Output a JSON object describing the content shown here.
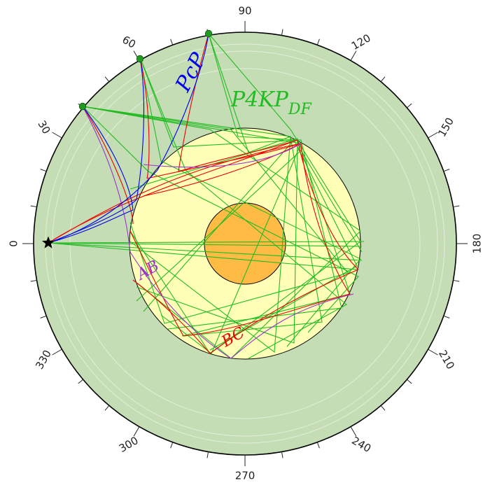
{
  "colors": {
    "mantle": "#c5ddb4",
    "outer_core": "#ffffb8",
    "inner_core": "#ffbb44",
    "boundary": "#000000",
    "grid_circle": "#e3eedb",
    "pcp": "#0000ee",
    "ab": "#9933cc",
    "bc": "#ee0000",
    "df": "#22bb22",
    "station": "#229922",
    "source": "#000000"
  },
  "angle_labels": [
    "0",
    "30",
    "60",
    "90",
    "120",
    "150",
    "180",
    "210",
    "240",
    "270",
    "300",
    "330"
  ],
  "phase_labels": {
    "pcp": "PcP",
    "p4kp_main": "P4KP",
    "p4kp_sub": "DF",
    "ab": "AB",
    "bc": "BC"
  },
  "markers": {
    "source_icon": "star-icon",
    "station_icon": "dot-icon"
  }
}
